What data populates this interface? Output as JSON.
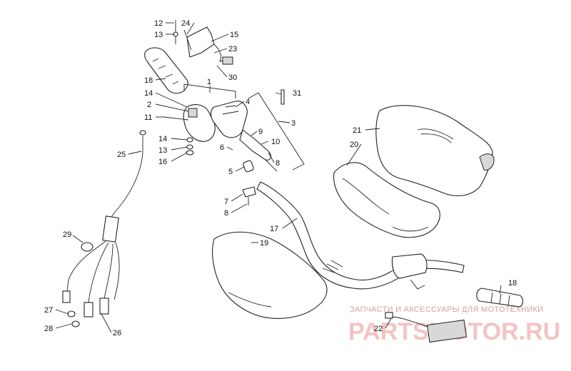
{
  "labels": {
    "1": "1",
    "2": "2",
    "3": "3",
    "4": "4",
    "5": "5",
    "6": "6",
    "7": "7",
    "8": "8",
    "9": "9",
    "10": "10",
    "11": "11",
    "12": "12",
    "13": "13",
    "14": "14",
    "15": "15",
    "16": "16",
    "17": "17",
    "18": "18",
    "19": "19",
    "20": "20",
    "21": "21",
    "22": "22",
    "23": "23",
    "24": "24",
    "25": "25",
    "26": "26",
    "27": "27",
    "28": "28",
    "29": "29",
    "30": "30",
    "31": "31"
  },
  "watermark": {
    "caption": "ЗАПЧАСТИ И АКСЕССУАРЫ ДЛЯ МОТОТЕХНИКИ",
    "logo": "PARTSMOTOR.RU",
    "color": "#f2c4c4"
  }
}
